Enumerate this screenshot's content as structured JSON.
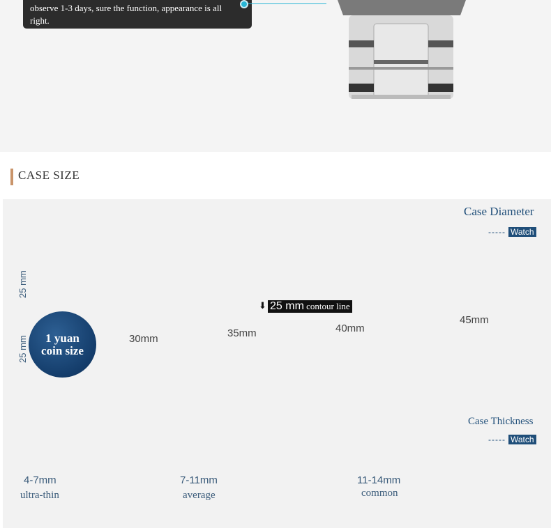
{
  "tooltip": {
    "line1": "observe 1-3 days, sure the function, appearance is all",
    "line2": "right."
  },
  "section": {
    "title": "CASE SIZE"
  },
  "diameter": {
    "title": "Case Diameter",
    "dash": "-----",
    "tag": "Watch",
    "dim_label": "25 mm",
    "coin": {
      "line1": "1 yuan",
      "line2": "coin size"
    },
    "contour": {
      "value": "25 mm",
      "text": "contour line"
    },
    "watches": [
      {
        "label": "30mm"
      },
      {
        "label": "35mm"
      },
      {
        "label": "40mm"
      },
      {
        "label": "45mm"
      }
    ]
  },
  "thickness": {
    "title": "Case Thickness",
    "dash": "-----",
    "tag": "Watch",
    "items": [
      {
        "range": "4-7mm",
        "name": "ultra-thin"
      },
      {
        "range": "7-11mm",
        "name": "average"
      },
      {
        "range": "11-14mm",
        "name": "common"
      }
    ]
  },
  "colors": {
    "accent": "#1f4e79",
    "cyan": "#28b6d6",
    "bar": "#c9946a"
  }
}
